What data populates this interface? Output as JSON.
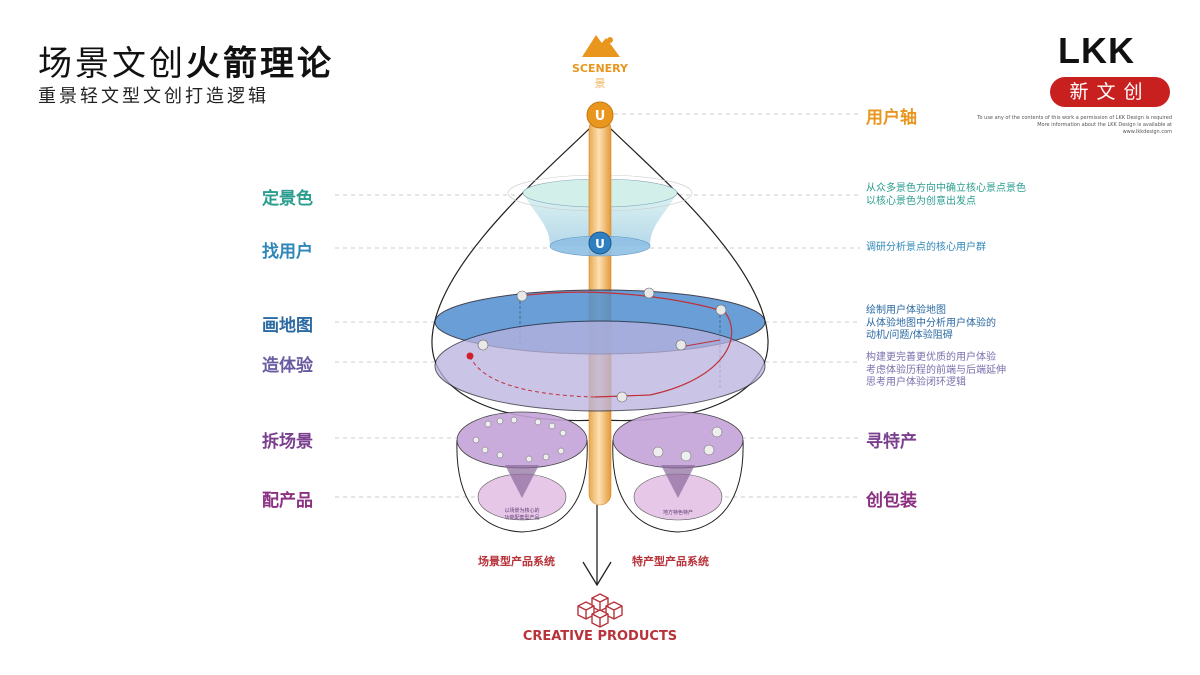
{
  "header": {
    "title_regular": "场景文创",
    "title_bold": "火箭理论",
    "subtitle": "重景轻文型文创打造逻辑"
  },
  "brand": {
    "logo": "LKK",
    "tag": "新文创",
    "legal": [
      "To use any of the contents of this work a permission of LKK Design is required",
      "More information about the LKK Design is available at",
      "www.lkkdesign.com"
    ],
    "colors": {
      "red": "#c8201f",
      "orange": "#e8961e"
    }
  },
  "top_icon": {
    "icon": "mountain-icon",
    "label": "SCENERY",
    "label_cn": "景"
  },
  "axis": {
    "marker": "U",
    "label": "用户轴"
  },
  "stages_left": [
    {
      "label": "定景色",
      "color": "#2a9d8f"
    },
    {
      "label": "找用户",
      "color": "#2f86b8"
    },
    {
      "label": "画地图",
      "color": "#2b6aa3"
    },
    {
      "label": "造体验",
      "color": "#6a5aa0"
    },
    {
      "label": "拆场景",
      "color": "#7a3f8e"
    },
    {
      "label": "配产品",
      "color": "#8b2f80"
    }
  ],
  "stages_right": [
    {
      "label": "寻特产",
      "color": "#7a3f8e"
    },
    {
      "label": "创包装",
      "color": "#8b2f80"
    }
  ],
  "descriptions": [
    {
      "lines": [
        "从众多景色方向中确立核心景点景色",
        "以核心景色为创意出发点"
      ],
      "color": "#2a9d8f"
    },
    {
      "lines": [
        "调研分析景点的核心用户群"
      ],
      "color": "#2f86b8"
    },
    {
      "lines": [
        "绘制用户体验地图",
        "从体验地图中分析用户体验的",
        "动机/问题/体验阻碍"
      ],
      "color": "#2b6aa3"
    },
    {
      "lines": [
        "构建更完善更优质的用户体验",
        "考虑体验历程的前端与后端延伸",
        "思考用户体验闭环逻辑"
      ],
      "color": "#7a70ad"
    }
  ],
  "bowls": {
    "left_text": [
      "以场景为核心的",
      "功能配套型产品"
    ],
    "right_text": [
      "地方特色特产"
    ],
    "left_system": "场景型产品系统",
    "right_system": "特产型产品系统"
  },
  "output": {
    "icon": "cubes-icon",
    "label": "CREATIVE PRODUCTS"
  }
}
